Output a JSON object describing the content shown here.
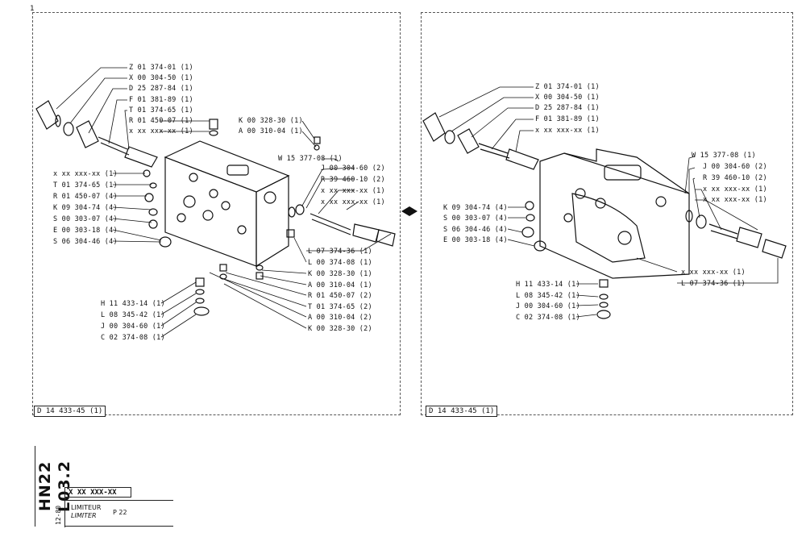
{
  "left_panel": {
    "ref": "D 14 433-45 (1)",
    "labels": [
      {
        "id": "l1",
        "text": "Z 01 374-01 (1)"
      },
      {
        "id": "l2",
        "text": "X 00 304-50 (1)"
      },
      {
        "id": "l3",
        "text": "D 25 287-84 (1)"
      },
      {
        "id": "l4",
        "text": "F 01 381-89 (1)"
      },
      {
        "id": "l5",
        "text": "T 01 374-65 (1)"
      },
      {
        "id": "l6",
        "text": "R 01 450-07 (1)"
      },
      {
        "id": "l7",
        "text": "x xx xxx-xx (1)"
      },
      {
        "id": "l8",
        "text": "K 00 328-30 (1)"
      },
      {
        "id": "l9",
        "text": "A 00 310-04 (1)"
      },
      {
        "id": "l10",
        "text": "W 15 377-08 (1)"
      },
      {
        "id": "l11",
        "text": "J 00 304-60 (2)"
      },
      {
        "id": "l12",
        "text": "R 39 460-10 (2)"
      },
      {
        "id": "l13",
        "text": "x xx xxx-xx (1)"
      },
      {
        "id": "l14",
        "text": "x xx xxx-xx (1)"
      },
      {
        "id": "l15",
        "text": "x xx xxx-xx (1)"
      },
      {
        "id": "l16",
        "text": "T 01 374-65 (1)"
      },
      {
        "id": "l17",
        "text": "R 01 450-07 (4)"
      },
      {
        "id": "l18",
        "text": "K 09 304-74 (4)"
      },
      {
        "id": "l19",
        "text": "S 00 303-07 (4)"
      },
      {
        "id": "l20",
        "text": "E 00 303-18 (4)"
      },
      {
        "id": "l21",
        "text": "S 06 304-46 (4)"
      },
      {
        "id": "l22",
        "text": "L 07 374-36 (1)"
      },
      {
        "id": "l23",
        "text": "L 00 374-08 (1)"
      },
      {
        "id": "l24",
        "text": "K 00 328-30 (1)"
      },
      {
        "id": "l25",
        "text": "A 00 310-04 (1)"
      },
      {
        "id": "l26",
        "text": "R 01 450-07 (2)"
      },
      {
        "id": "l27",
        "text": "T 01 374-65 (2)"
      },
      {
        "id": "l28",
        "text": "A 00 310-04 (2)"
      },
      {
        "id": "l29",
        "text": "K 00 328-30 (2)"
      },
      {
        "id": "l30",
        "text": "H 11 433-14 (1)"
      },
      {
        "id": "l31",
        "text": "L 08 345-42 (1)"
      },
      {
        "id": "l32",
        "text": "J 00 304-60 (1)"
      },
      {
        "id": "l33",
        "text": "C 02 374-08 (1)"
      }
    ]
  },
  "right_panel": {
    "ref": "D 14 433-45 (1)",
    "labels": [
      {
        "id": "r1",
        "text": "Z 01 374-01 (1)"
      },
      {
        "id": "r2",
        "text": "X 00 304-50 (1)"
      },
      {
        "id": "r3",
        "text": "D 25 287-84 (1)"
      },
      {
        "id": "r4",
        "text": "F 01 381-89 (1)"
      },
      {
        "id": "r5",
        "text": "x xx xxx-xx (1)"
      },
      {
        "id": "r6",
        "text": "W 15 377-08 (1)"
      },
      {
        "id": "r7",
        "text": "J 00 304-60 (2)"
      },
      {
        "id": "r8",
        "text": "R 39 460-10 (2)"
      },
      {
        "id": "r9",
        "text": "x xx xxx-xx (1)"
      },
      {
        "id": "r10",
        "text": "x xx xxx-xx (1)"
      },
      {
        "id": "r11",
        "text": "K 09 304-74 (4)"
      },
      {
        "id": "r12",
        "text": "S 00 303-07 (4)"
      },
      {
        "id": "r13",
        "text": "S 06 304-46 (4)"
      },
      {
        "id": "r14",
        "text": "E 00 303-18 (4)"
      },
      {
        "id": "r15",
        "text": "x xx xxx-xx (1)"
      },
      {
        "id": "r16",
        "text": "L 07 374-36 (1)"
      },
      {
        "id": "r17",
        "text": "H 11 433-14 (1)"
      },
      {
        "id": "r18",
        "text": "L 08 345-42 (1)"
      },
      {
        "id": "r19",
        "text": "J 00 304-60 (1)"
      },
      {
        "id": "r20",
        "text": "C 02 374-08 (1)"
      }
    ]
  },
  "title_block": {
    "sheet_code": "HN22 L03.2",
    "date": "12-80",
    "part_number": "X XX XXX-XX",
    "title_fr": "LIMITEUR",
    "title_en": "LIMITER",
    "model": "P 22"
  },
  "corner_mark": "1"
}
